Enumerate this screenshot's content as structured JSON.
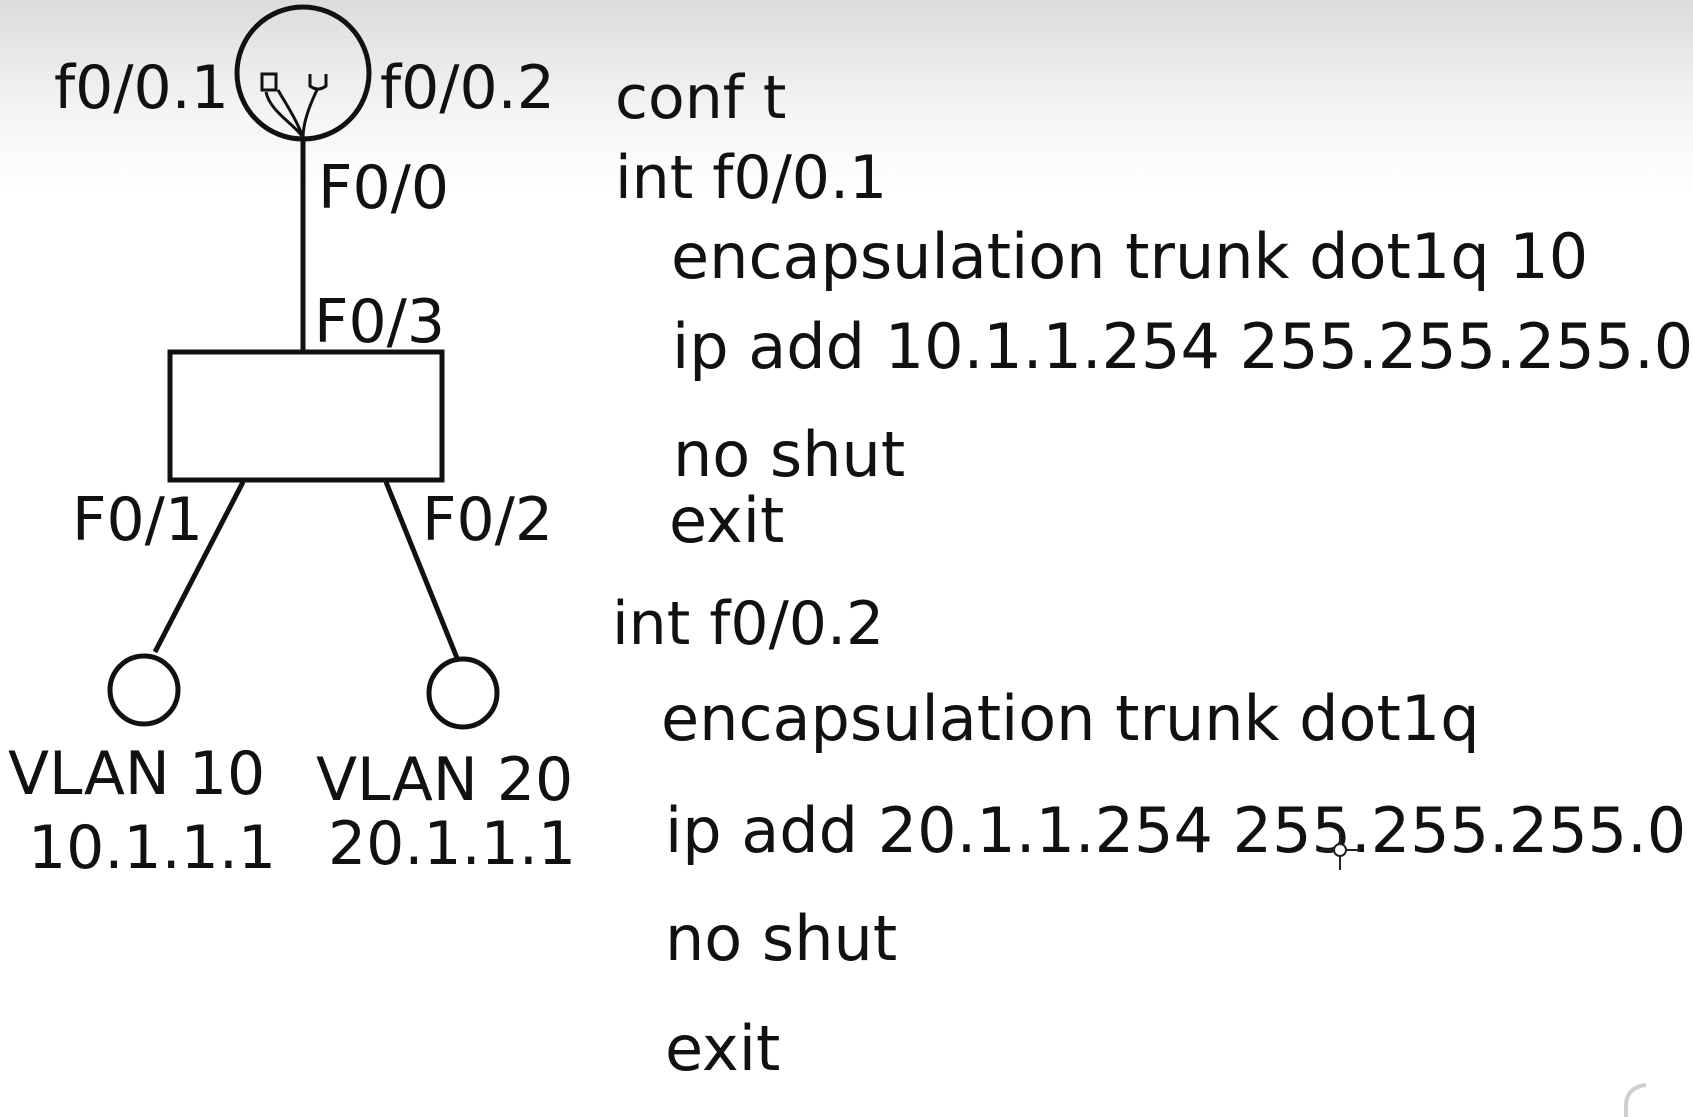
{
  "diagram": {
    "subinterface_labels": [
      "f0/0.1",
      "f0/0.2"
    ],
    "router_port": "F0/0",
    "switch_uplink_port": "F0/3",
    "switch_ports": [
      "F0/1",
      "F0/2"
    ],
    "hosts": [
      {
        "vlan": "VLAN 10",
        "ip": "10.1.1.1"
      },
      {
        "vlan": "VLAN 20",
        "ip": "20.1.1.1"
      }
    ]
  },
  "commands": [
    "conf t",
    "int   f0/0.1",
    "encapsulation  trunk  dot1q  10",
    "ip add 10.1.1.254 255.255.255.0",
    "no shut",
    "exit",
    "int  f0/0.2",
    "encapsulation  trunk  dot1q",
    "ip add 20.1.1.254 255.255.255.0",
    "no shut",
    "exit"
  ]
}
